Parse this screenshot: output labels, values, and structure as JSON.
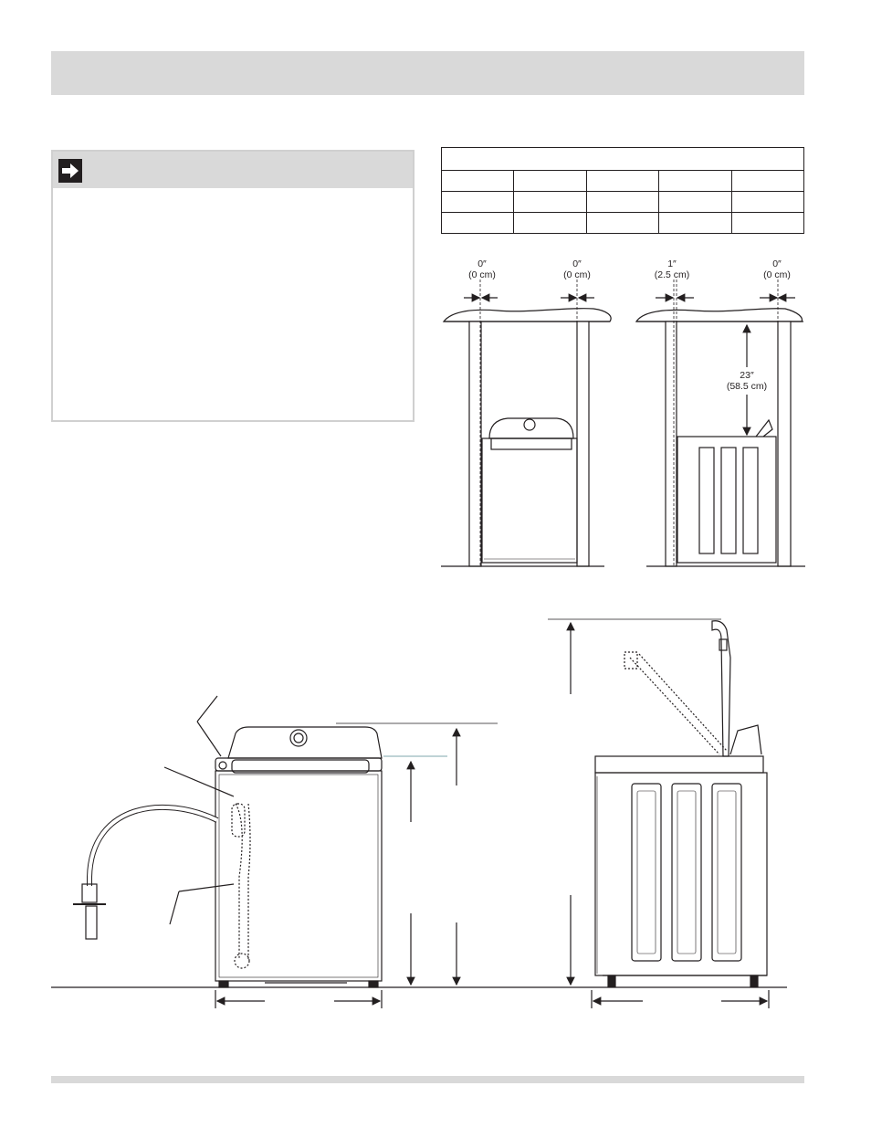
{
  "header": {
    "title": ""
  },
  "note": {
    "icon": "arrow-right-icon",
    "title": ""
  },
  "clearance_table": {
    "rows": 3,
    "columns": 5
  },
  "clearance_diagrams": {
    "front": {
      "left": [
        "0″",
        "(0 cm)"
      ],
      "right": [
        "0″",
        "(0 cm)"
      ]
    },
    "side": {
      "left": [
        "1″",
        "(2.5 cm)"
      ],
      "right": [
        "0″",
        "(0 cm)"
      ],
      "top": [
        "23″",
        "(58.5 cm)"
      ]
    }
  },
  "footer": {
    "page": ""
  }
}
